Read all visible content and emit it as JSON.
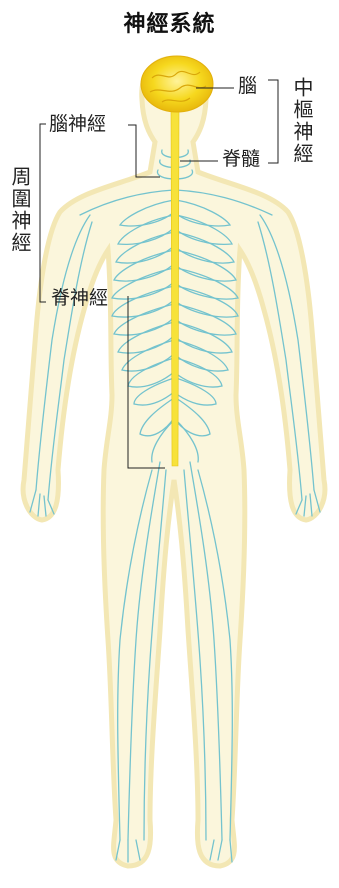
{
  "title": "神經系統",
  "labels": {
    "brain": "腦",
    "spinal_cord": "脊髓",
    "central_nervous_system": "中樞神經",
    "cranial_nerves": "腦神經",
    "spinal_nerves": "脊神經",
    "peripheral_nervous_system": "周圍神經"
  },
  "colors": {
    "nerve": "#74c3ce",
    "brain": "#f5d21c",
    "spinal_cord": "#f7e23a",
    "body_outline": "#f3e7b4",
    "body_glow": "#fbf6dc"
  }
}
